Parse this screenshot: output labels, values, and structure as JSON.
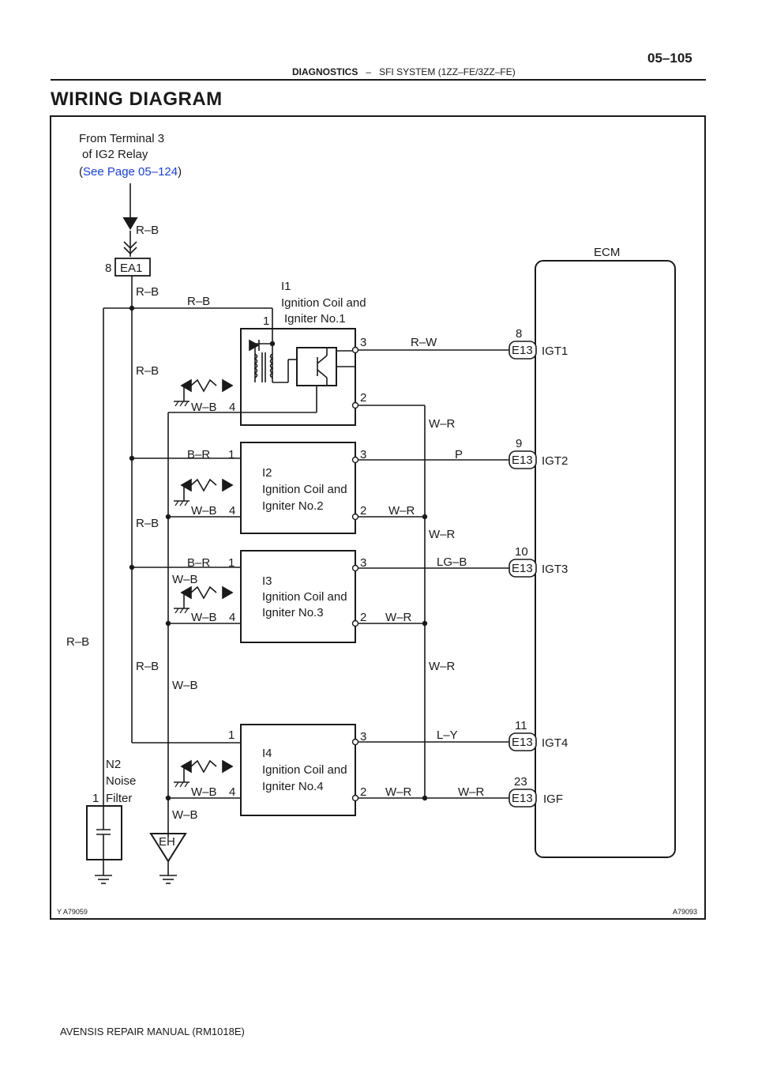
{
  "header": {
    "page_number": "05–105",
    "section": "DIAGNOSTICS",
    "separator": "–",
    "subsection": "SFI SYSTEM (1ZZ–FE/3ZZ–FE)"
  },
  "title": "WIRING DIAGRAM",
  "footer": "AVENSIS REPAIR MANUAL   (RM1018E)",
  "diagram": {
    "source_line1": "From Terminal 3",
    "source_line2": "of IG2 Relay",
    "source_paren_open": "(",
    "source_link": "See Page 05–124",
    "source_paren_close": ")",
    "connector_ea1": "EA1",
    "connector_ea1_pin": "8",
    "wire_rb": "R–B",
    "wire_br": "B–R",
    "wire_wb": "W–B",
    "wire_wr": "W–R",
    "wire_rw": "R–W",
    "wire_p": "P",
    "wire_lgb": "LG–B",
    "wire_ly": "L–Y",
    "pin1": "1",
    "pin2": "2",
    "pin3": "3",
    "pin4": "4",
    "coil1_id": "I1",
    "coil1_line1": "Ignition Coil and",
    "coil1_line2": "Igniter No.1",
    "coil2_id": "I2",
    "coil2_line1": "Ignition Coil and",
    "coil2_line2": "Igniter No.2",
    "coil3_id": "I3",
    "coil3_line1": "Ignition Coil and",
    "coil3_line2": "Igniter No.3",
    "coil4_id": "I4",
    "coil4_line1": "Ignition Coil and",
    "coil4_line2": "Igniter No.4",
    "filter_id": "N2",
    "filter_line1": "Noise",
    "filter_line2": "Filter",
    "filter_pin": "1",
    "ground_eh": "EH",
    "ecm_label": "ECM",
    "ecm_connector": "E13",
    "ecm_pins": [
      {
        "pin": "8",
        "signal": "IGT1"
      },
      {
        "pin": "9",
        "signal": "IGT2"
      },
      {
        "pin": "10",
        "signal": "IGT3"
      },
      {
        "pin": "11",
        "signal": "IGT4"
      },
      {
        "pin": "23",
        "signal": "IGF"
      }
    ],
    "code_left": "Y  A79059",
    "code_right": "A79093"
  }
}
